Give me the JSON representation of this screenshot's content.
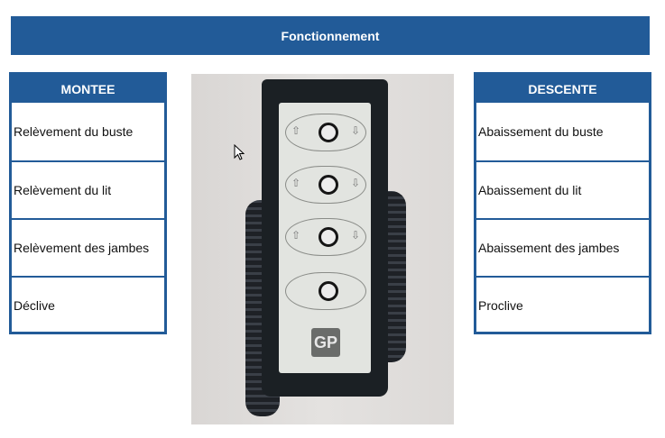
{
  "banner": {
    "title": "Fonctionnement"
  },
  "montee": {
    "header": "MONTEE",
    "items": [
      {
        "label": "Relèvement du buste"
      },
      {
        "label": "Relèvement du lit"
      },
      {
        "label": "Relèvement des jambes"
      },
      {
        "label": "Déclive"
      }
    ]
  },
  "descente": {
    "header": "DESCENTE",
    "items": [
      {
        "label": "Abaissement du buste"
      },
      {
        "label": "Abaissement du lit"
      },
      {
        "label": "Abaissement des jambes"
      },
      {
        "label": "Proclive"
      }
    ]
  },
  "photo": {
    "subject": "bed remote control handset",
    "logo_text": "GP",
    "buttons": 4,
    "arrow_up": "⇧",
    "arrow_down": "⇩"
  },
  "colors": {
    "accent": "#225b98",
    "text": "#111111",
    "header_text": "#ffffff"
  }
}
